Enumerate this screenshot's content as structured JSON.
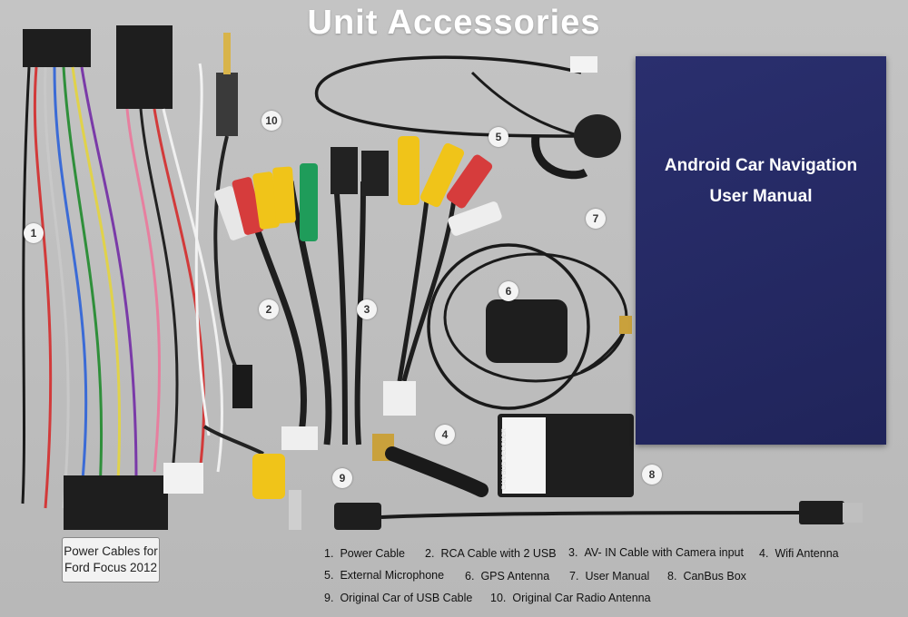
{
  "title": "Unit Accessories",
  "manual": {
    "line1": "Android Car Navigation",
    "line2": "User Manual"
  },
  "plug_label": {
    "line1": "Power Cables for",
    "line2": "Ford Focus 2012"
  },
  "can_box_label": "CAN BUS DECODER",
  "badges": [
    "1",
    "2",
    "3",
    "4",
    "5",
    "6",
    "7",
    "8",
    "9",
    "10"
  ],
  "legend": [
    {
      "num": "1.",
      "text": "Power Cable"
    },
    {
      "num": "2.",
      "text": "RCA Cable with 2 USB"
    },
    {
      "num": "3.",
      "text": "AV- IN Cable with Camera input"
    },
    {
      "num": "4.",
      "text": "Wifi Antenna"
    },
    {
      "num": "5.",
      "text": "External Microphone"
    },
    {
      "num": "6.",
      "text": "GPS Antenna"
    },
    {
      "num": "7.",
      "text": "User Manual"
    },
    {
      "num": "8.",
      "text": "CanBus Box"
    },
    {
      "num": "9.",
      "text": "Original Car of USB Cable"
    },
    {
      "num": "10.",
      "text": "Original Car Radio Antenna"
    }
  ],
  "colors": {
    "background": "#bdbdbd",
    "manual": "#23286a",
    "title": "#ffffff"
  }
}
